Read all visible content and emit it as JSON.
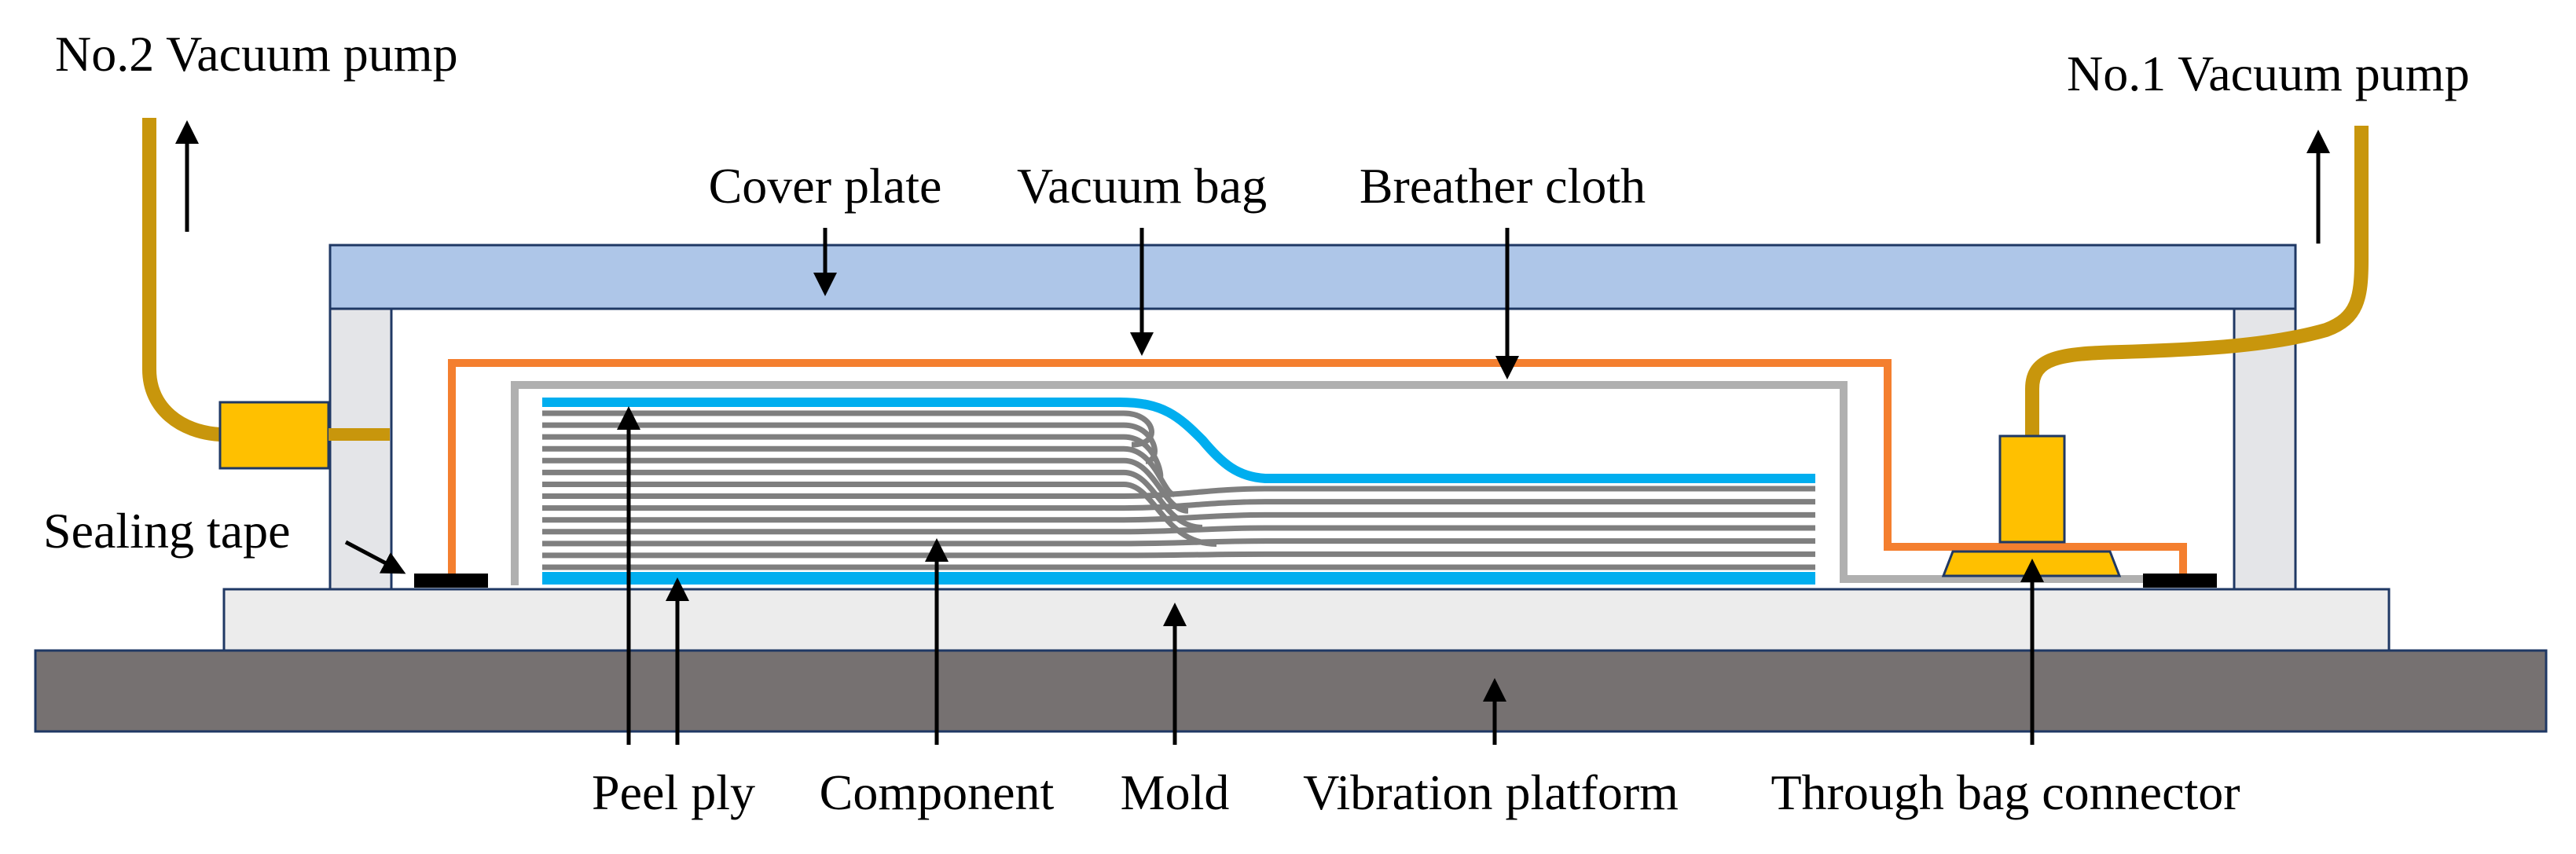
{
  "labels": {
    "pump2": "No.2 Vacuum pump",
    "pump1": "No.1 Vacuum pump",
    "cover_plate": "Cover plate",
    "vacuum_bag": "Vacuum bag",
    "breather_cloth": "Breather cloth",
    "sealing_tape": "Sealing tape",
    "peel_ply": "Peel ply",
    "component": "Component",
    "mold": "Mold",
    "vibration_platform": "Vibration platform",
    "through_bag_connector": "Through bag connector"
  },
  "colors": {
    "cover_plate": "#aec6e8",
    "frame": "#e4e5e8",
    "platform": "#767171",
    "mold": "#ececec",
    "hose": "#c8960c",
    "connector": "#ffc000",
    "vacuum_bag": "#f47f2f",
    "breather_cloth": "#b0b0b0",
    "blue_ply": "#00aeef",
    "laminate": "#7f7f7f",
    "sealing_tape": "#000000",
    "outline": "#1f3864"
  }
}
